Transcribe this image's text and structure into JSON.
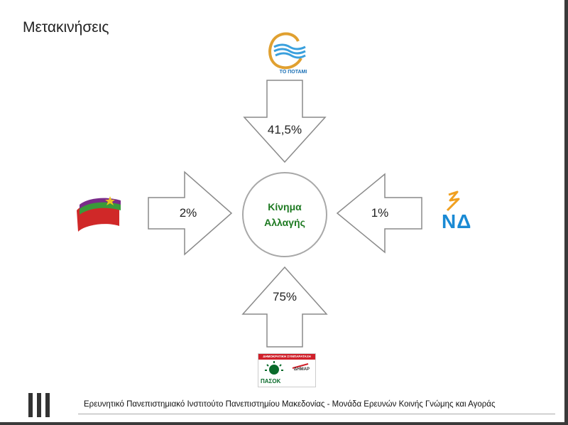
{
  "title": "Μετακινήσεις",
  "center": {
    "line1": "Κίνημα",
    "line2": "Αλλαγής"
  },
  "arrows": {
    "top": {
      "value": "41,5%",
      "source_party": "ΤΟ ΠΟΤΑΜΙ"
    },
    "left": {
      "value": "2%",
      "source_party": "ΣΥΡΙΖΑ"
    },
    "right": {
      "value": "1%",
      "source_party": "ΝΔ"
    },
    "bottom": {
      "value": "75%",
      "source_party": "ΠΑΣΟΚ - ΔΗΜΑΡ"
    }
  },
  "logos": {
    "potami": {
      "label": "ΤΟ ΠΟΤΑΜΙ",
      "color": "#1a6fb5"
    },
    "nd": {
      "label": "ΝΔ",
      "color": "#1a8ad4"
    },
    "pasok": {
      "banner": "ΔΗΜΟΚΡΑΤΙΚΗ ΣΥΜΠΑΡΑΤΑΞΗ",
      "name": "ΠΑΣΟΚ",
      "partner": "ΔΗΜΑΡ"
    }
  },
  "footer": "Ερευνητικό Πανεπιστημιακό Ινστιτούτο Πανεπιστημίου Μακεδονίας - Μονάδα Ερευνών Κοινής Γνώμης και Αγοράς",
  "colors": {
    "accent_green": "#1e7a22",
    "arrow_stroke": "#8a8a8a"
  }
}
